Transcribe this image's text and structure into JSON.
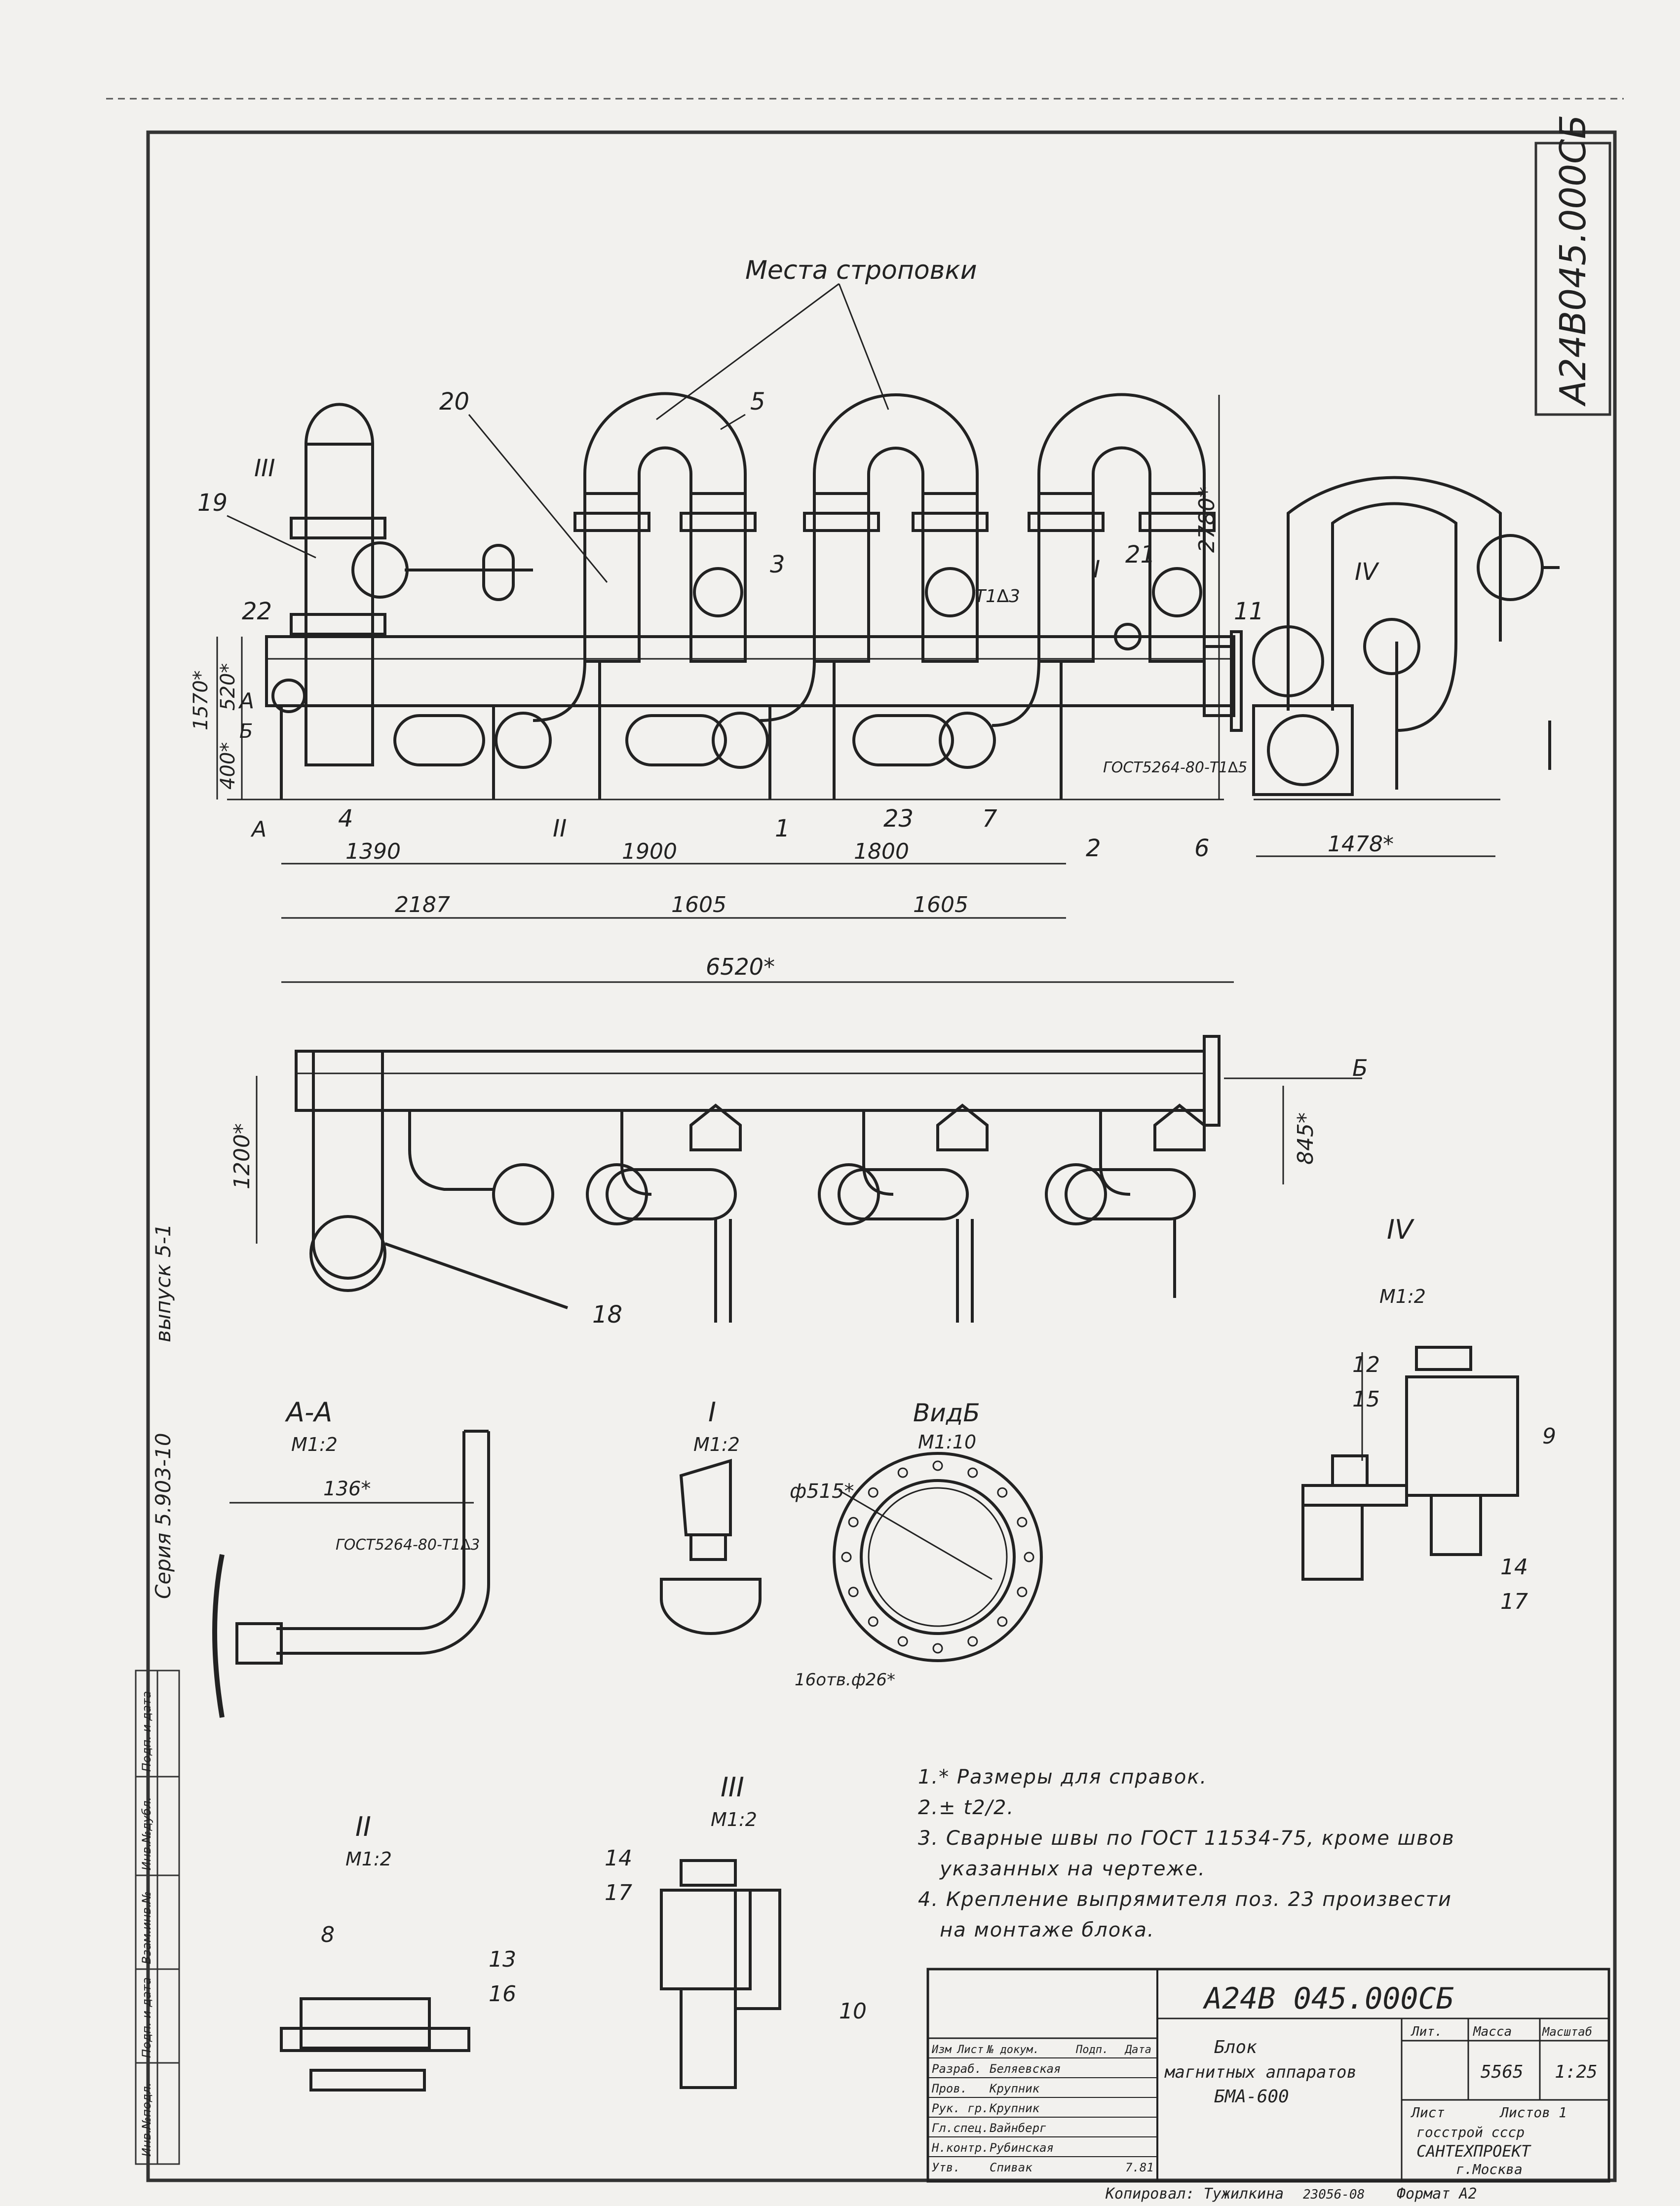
{
  "drawing_number": "А24В045.000СБ",
  "series_label": "Серия 5.903-10",
  "issue_label": "выпуск 5-1",
  "rigging_label": "Места строповки",
  "callouts": {
    "p1": "1",
    "p2": "2",
    "p3": "3",
    "p4": "4",
    "p5": "5",
    "p6": "6",
    "p7": "7",
    "p8": "8",
    "p9": "9",
    "p11": "11",
    "p12": "12",
    "p13": "13",
    "p14": "14",
    "p15": "15",
    "p16": "16",
    "p17": "17",
    "p18": "18",
    "p19": "19",
    "p20": "20",
    "p21": "21",
    "p22": "22",
    "p23": "23",
    "r1": "I",
    "r2": "II",
    "r3": "III",
    "r4": "IV",
    "secA": "А",
    "secB": "Б"
  },
  "weld_marks": {
    "w1": "ГОСТ5264-80-Т1∆5",
    "w2": "Т1∆3",
    "w3": "ГОСТ5264-80-Т1∆3"
  },
  "dimensions": {
    "d1390": "1390",
    "d1900": "1900",
    "d1800": "1800",
    "d1478": "1478*",
    "d2187": "2187",
    "d1605a": "1605",
    "d1605b": "1605",
    "d6520": "6520*",
    "d845": "845*",
    "d1200": "1200*",
    "d2780": "2780*",
    "d1570": "1570*",
    "d520": "520*",
    "d400": "400*",
    "d136": "136*",
    "d515": "ф515*",
    "holes": "16отв.ф26*"
  },
  "views": {
    "aa_title": "А-А",
    "aa_scale": "М1:2",
    "i_title": "I",
    "i_scale": "М1:2",
    "b_title": "ВидБ",
    "b_scale": "М1:10",
    "iv_title": "IV",
    "iv_scale": "М1:2",
    "ii_title": "II",
    "ii_scale": "М1:2",
    "iii_title": "III",
    "iii_scale": "М1:2"
  },
  "notes": [
    "1.* Размеры для справок.",
    "2.± t2/2.",
    "3. Сварные швы по ГОСТ 11534-75, кроме швов",
    "   указанных на чертеже.",
    "4. Крепление выпрямителя поз. 23 произвести",
    "   на монтаже блока."
  ],
  "page_number": "10",
  "title_block": {
    "code": "А24В 045.000СБ",
    "title_lines": [
      "Блок",
      "магнитных аппаратов",
      "БМА-600"
    ],
    "lit_header": "Лит.",
    "mass_header": "Масса",
    "scale_header": "Масштаб",
    "mass": "5565",
    "scale": "1:25",
    "sheet": "Лист",
    "sheets": "Листов 1",
    "org_lines": [
      "госстрой ссср",
      "САНТЕХПРОЕКТ",
      "г.Москва"
    ],
    "head_cols": [
      "Изм",
      "Лист",
      "№ докум.",
      "Подп.",
      "Дата"
    ],
    "roles": [
      {
        "role": "Разраб.",
        "name": "Беляевская"
      },
      {
        "role": "Пров.",
        "name": "Крупник"
      },
      {
        "role": "Рук. гр.",
        "name": "Крупник"
      },
      {
        "role": "Гл.спец.",
        "name": "Вайнберг"
      },
      {
        "role": "Н.контр.",
        "name": "Рубинская"
      },
      {
        "role": "Утв.",
        "name": "Спивак"
      }
    ],
    "date": "7.81",
    "copied": "Копировал: Тужилкина",
    "order": "23056-08",
    "format": "Формат А2"
  },
  "side_strip": [
    "Инв.№подл.",
    "Подп. и дата",
    "Взам.инв.№",
    "Инв.№дубл.",
    "Подп. и дата"
  ]
}
